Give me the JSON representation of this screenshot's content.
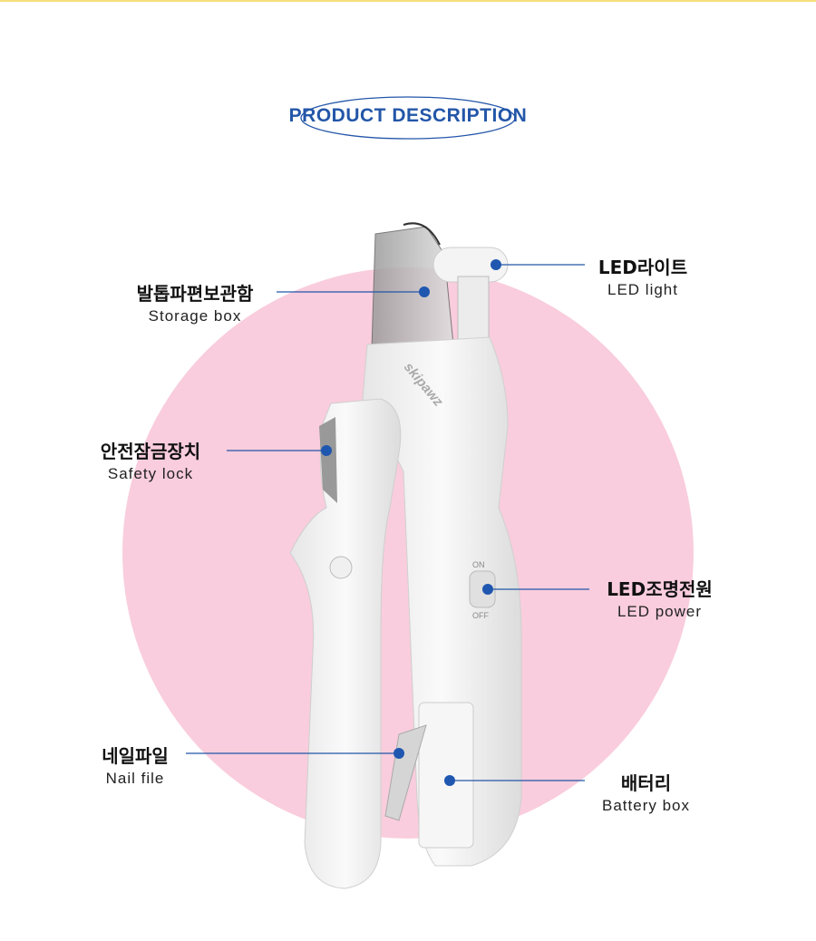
{
  "header": {
    "title": "PRODUCT DESCRIPTION"
  },
  "product": {
    "brand_logo": "skipawz",
    "switch_on": "ON",
    "switch_off": "OFF"
  },
  "callouts": [
    {
      "ko": "발톱파편보관함",
      "en": "Storage box"
    },
    {
      "ko": "LED라이트",
      "en": "LED light"
    },
    {
      "ko": "안전잠금장치",
      "en": "Safety lock"
    },
    {
      "ko": "LED조명전원",
      "en": "LED power"
    },
    {
      "ko": "네일파일",
      "en": "Nail file"
    },
    {
      "ko": "배터리",
      "en": "Battery box"
    }
  ],
  "colors": {
    "accent": "#2356a8",
    "circle": "#f9cddd",
    "top_bar": "#f7df7a"
  }
}
